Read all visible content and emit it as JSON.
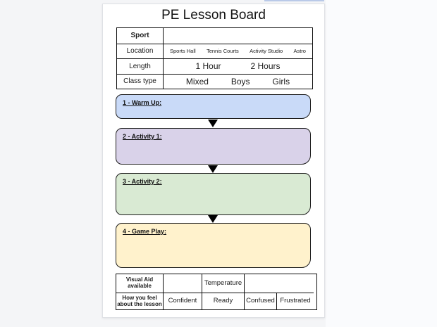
{
  "board": {
    "title": "PE Lesson Board"
  },
  "info_table": {
    "rows": [
      {
        "label": "Sport",
        "value": ""
      },
      {
        "label": "Location",
        "options": [
          "Sports Hall",
          "Tennis Courts",
          "Activity Studio",
          "Astro"
        ]
      },
      {
        "label": "Length",
        "options": [
          "1 Hour",
          "2 Hours"
        ]
      },
      {
        "label": "Class type",
        "options": [
          "Mixed",
          "Boys",
          "Girls"
        ]
      }
    ]
  },
  "sections": [
    {
      "label": "1 - Warm Up:",
      "color": "#c9daf8"
    },
    {
      "label": "2 - Activity 1:",
      "color": "#d9d2e9"
    },
    {
      "label": "3 - Activity 2:",
      "color": "#d9ead3"
    },
    {
      "label": "4 - Game Play:",
      "color": "#fff2cc"
    }
  ],
  "feedback_table": {
    "rows": [
      {
        "label": "Visual Aid available",
        "cells": [
          "",
          "Temperature",
          ""
        ]
      },
      {
        "label": "How you feel about the lesson",
        "cells": [
          "Confident",
          "Ready",
          "Confused",
          "Frustrated"
        ]
      }
    ]
  },
  "colors": {
    "page_bg": "#f4f5f7",
    "card_bg": "#ffffff",
    "table_border": "#0d0d0d",
    "section_border": "#1c1c1c",
    "warm_up": "#c9daf8",
    "activity_1": "#d9d2e9",
    "activity_2": "#d9ead3",
    "game_play": "#fff2cc"
  }
}
